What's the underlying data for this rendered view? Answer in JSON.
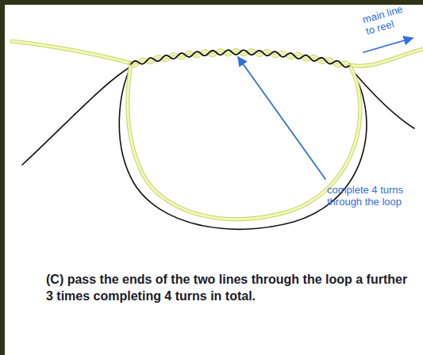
{
  "diagram": {
    "caption": "(C) pass the ends of the two lines through the loop a further 3 times completing 4 turns in total.",
    "labels": [
      "main line to reel",
      "complete 4 turns through the loop"
    ]
  }
}
